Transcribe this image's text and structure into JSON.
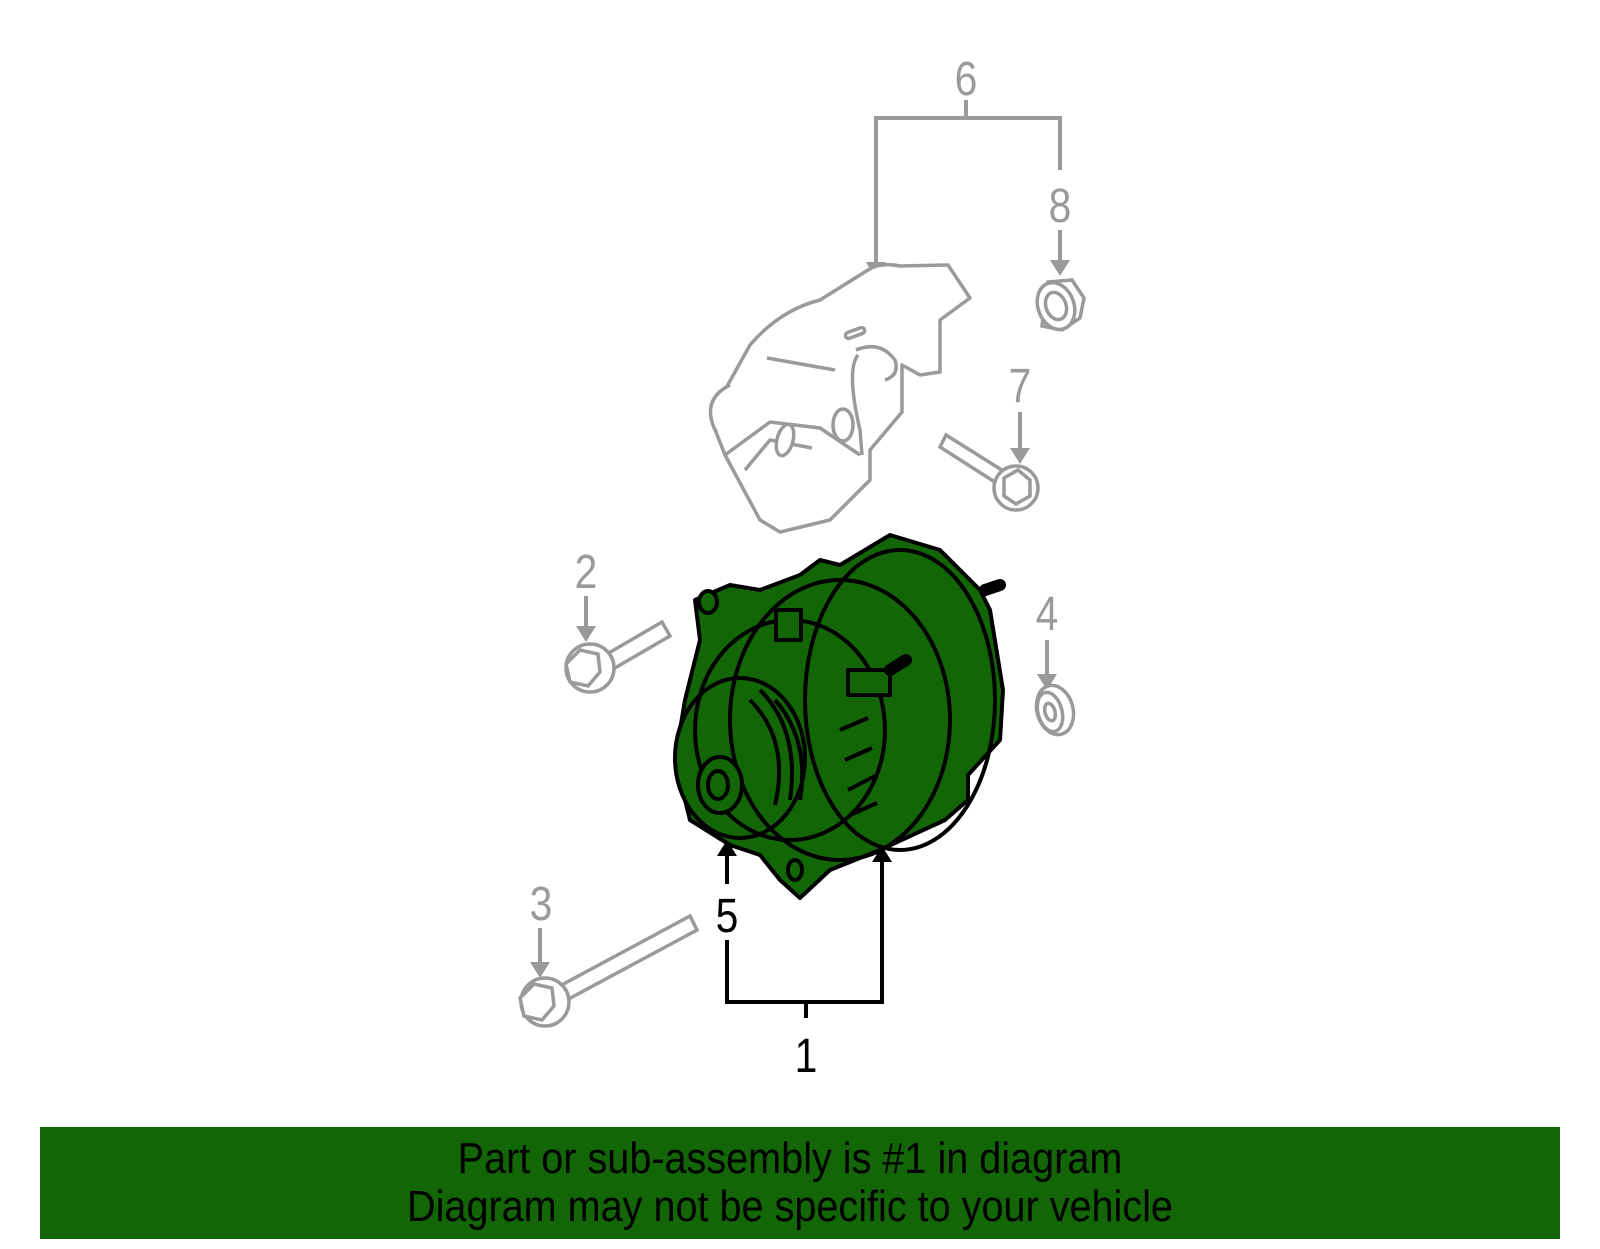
{
  "diagram": {
    "title": "Alternator assembly exploded parts diagram",
    "highlight_color": "#136605",
    "outline_color": "#000000",
    "secondary_color": "#9a9a9a",
    "callouts": [
      {
        "id": "1",
        "label": "1",
        "part": "alternator-assembly",
        "highlighted": true
      },
      {
        "id": "2",
        "label": "2",
        "part": "bolt",
        "highlighted": false
      },
      {
        "id": "3",
        "label": "3",
        "part": "long-bolt",
        "highlighted": false
      },
      {
        "id": "4",
        "label": "4",
        "part": "washer",
        "highlighted": false
      },
      {
        "id": "5",
        "label": "5",
        "part": "pulley",
        "highlighted": true
      },
      {
        "id": "6",
        "label": "6",
        "part": "bracket",
        "highlighted": false
      },
      {
        "id": "7",
        "label": "7",
        "part": "bracket-bolt",
        "highlighted": false
      },
      {
        "id": "8",
        "label": "8",
        "part": "nut",
        "highlighted": false
      }
    ]
  },
  "banner": {
    "line1": "Part or sub-assembly is #1 in diagram",
    "line2": "Diagram may not be specific to your vehicle",
    "background": "#136605"
  }
}
